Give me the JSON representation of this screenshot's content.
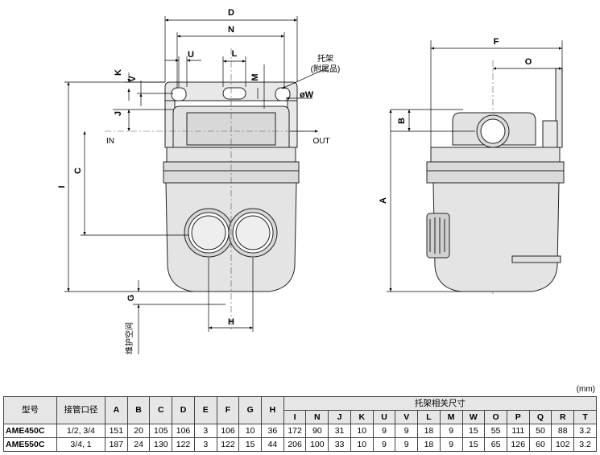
{
  "front_view": {
    "dims": {
      "D": "D",
      "N": "N",
      "U": "U",
      "L": "L",
      "K": "K",
      "V": "V",
      "M": "M",
      "J": "J",
      "C": "C",
      "I": "I",
      "G": "G",
      "H": "H",
      "W": "øW"
    },
    "bracket_label": "托架",
    "bracket_note": "(附属品)",
    "in_label": "IN",
    "out_label": "OUT",
    "maint_label": "维护空间"
  },
  "side_view": {
    "dims": {
      "F": "F",
      "O": "O",
      "B": "B",
      "A": "A"
    }
  },
  "table": {
    "unit": "(mm)",
    "headers": {
      "model": "型号",
      "port": "接管口径",
      "cols": [
        "A",
        "B",
        "C",
        "D",
        "E",
        "F",
        "G",
        "H"
      ],
      "bracket_group": "托架相关尺寸",
      "bracket_cols": [
        "I",
        "N",
        "J",
        "K",
        "U",
        "V",
        "L",
        "M",
        "W",
        "O",
        "P",
        "Q",
        "R",
        "T"
      ]
    },
    "rows": [
      {
        "model": "AME450C",
        "port": "1/2, 3/4",
        "vals": [
          "151",
          "20",
          "105",
          "106",
          "3",
          "106",
          "10",
          "36"
        ],
        "bvals": [
          "172",
          "90",
          "31",
          "10",
          "9",
          "9",
          "18",
          "9",
          "15",
          "55",
          "111",
          "50",
          "88",
          "3.2"
        ]
      },
      {
        "model": "AME550C",
        "port": "3/4, 1",
        "vals": [
          "187",
          "24",
          "130",
          "122",
          "3",
          "122",
          "15",
          "44"
        ],
        "bvals": [
          "206",
          "100",
          "33",
          "10",
          "9",
          "9",
          "18",
          "9",
          "15",
          "65",
          "126",
          "60",
          "102",
          "3.2"
        ]
      }
    ]
  }
}
